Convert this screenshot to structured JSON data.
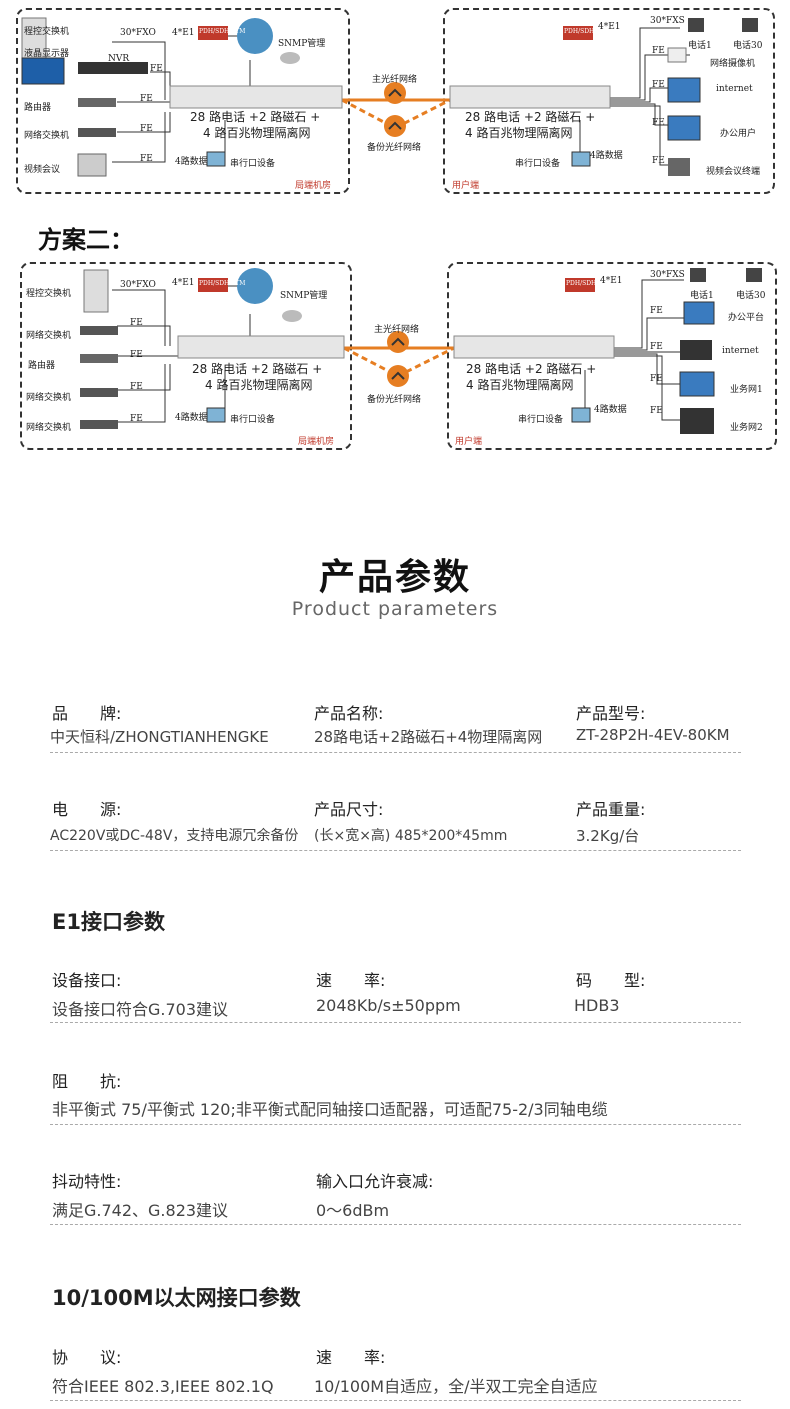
{
  "scheme1": {
    "left_devices": [
      "程控交换机",
      "液晶显示器",
      "NVR",
      "路由器",
      "网络交换机",
      "视频会议"
    ],
    "left_links": [
      "30*FXO",
      "4*E1",
      "FE",
      "FE",
      "FE",
      "FE"
    ],
    "pdh_tag": "PDH/SDH/ATM",
    "snmp": "SNMP管理",
    "serial_left": "串行口设备",
    "serial_left_count": "4路数据",
    "site_left": "局端机房",
    "unit_line1": "28 路电话 +2 路磁石 +",
    "unit_line2": "4 路百兆物理隔离网",
    "main_fiber": "主光纤网络",
    "backup_fiber": "备份光纤网络",
    "right_links": [
      "4*E1",
      "30*FXS",
      "FE",
      "FE",
      "FE",
      "FE"
    ],
    "right_devices": [
      "电话1",
      "电话30",
      "网络摄像机",
      "internet",
      "办公用户",
      "视频会议终端"
    ],
    "serial_right": "串行口设备",
    "serial_right_count": "4路数据",
    "site_right": "用户端"
  },
  "scheme2_title": "方案二：",
  "scheme2": {
    "left_devices": [
      "程控交换机",
      "网络交换机",
      "路由器",
      "网络交换机",
      "网络交换机"
    ],
    "left_links": [
      "30*FXO",
      "4*E1",
      "FE",
      "FE",
      "FE",
      "FE"
    ],
    "pdh_tag": "PDH/SDH/ATM",
    "snmp": "SNMP管理",
    "serial_left": "串行口设备",
    "serial_left_count": "4路数据",
    "site_left": "局端机房",
    "unit_line1": "28 路电话 +2 路磁石 +",
    "unit_line2": "4 路百兆物理隔离网",
    "main_fiber": "主光纤网络",
    "backup_fiber": "备份光纤网络",
    "right_links": [
      "4*E1",
      "30*FXS",
      "FE",
      "FE",
      "FE",
      "FE"
    ],
    "right_devices": [
      "电话1",
      "电话30",
      "办公平台",
      "internet",
      "业务网1",
      "业务网2"
    ],
    "serial_right": "串行口设备",
    "serial_right_count": "4路数据",
    "site_right": "用户端"
  },
  "params": {
    "title": "产品参数",
    "subtitle": "Product parameters",
    "basic": [
      [
        {
          "k": "品　　牌:",
          "v": "中天恒科/ZHONGTIANHENGKE"
        },
        {
          "k": "产品名称:",
          "v": "28路电话+2路磁石+4物理隔离网"
        },
        {
          "k": "产品型号:",
          "v": "ZT-28P2H-4EV-80KM"
        }
      ],
      [
        {
          "k": "电　　源:",
          "v": "AC220V或DC-48V，支持电源冗余备份"
        },
        {
          "k": "产品尺寸:",
          "v": "(长×宽×高) 485*200*45mm"
        },
        {
          "k": "产品重量:",
          "v": "3.2Kg/台"
        }
      ]
    ],
    "e1_title": "E1接口参数",
    "e1": {
      "iface_k": "设备接口:",
      "iface_v": "设备接口符合G.703建议",
      "rate_k": "速　　率:",
      "rate_v": "2048Kb/s±50ppm",
      "code_k": "码　　型:",
      "code_v": "HDB3",
      "imp_k": "阻　　抗:",
      "imp_v": "非平衡式 75/平衡式 120;非平衡式配同轴接口适配器，可适配75-2/3同轴电缆",
      "jit_k": "抖动特性:",
      "jit_v": "满足G.742、G.823建议",
      "att_k": "输入口允许衰减:",
      "att_v": "0～6dBm"
    },
    "eth_title": "10/100M以太网接口参数",
    "eth": {
      "proto_k": "协　　议:",
      "proto_v": "符合IEEE 802.3,IEEE 802.1Q",
      "rate_k": "速　　率:",
      "rate_v": "10/100M自适应，全/半双工完全自适应"
    }
  }
}
